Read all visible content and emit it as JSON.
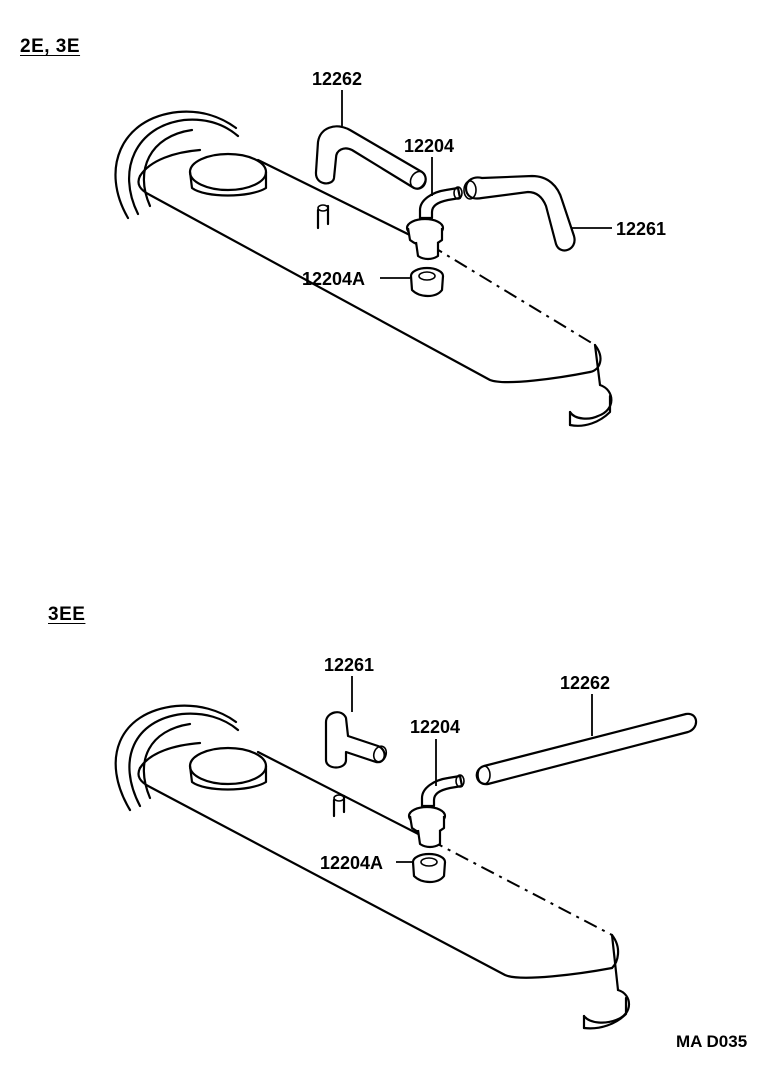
{
  "sections": [
    {
      "title": "2E, 3E",
      "parts": {
        "hose_upper": "12262",
        "valve": "12204",
        "hose_right": "12261",
        "grommet": "12204A"
      }
    },
    {
      "title": "3EE",
      "parts": {
        "hose_upper": "12261",
        "valve": "12204",
        "hose_right": "12262",
        "grommet": "12204A"
      }
    }
  ],
  "drawing_code": "MA D035"
}
